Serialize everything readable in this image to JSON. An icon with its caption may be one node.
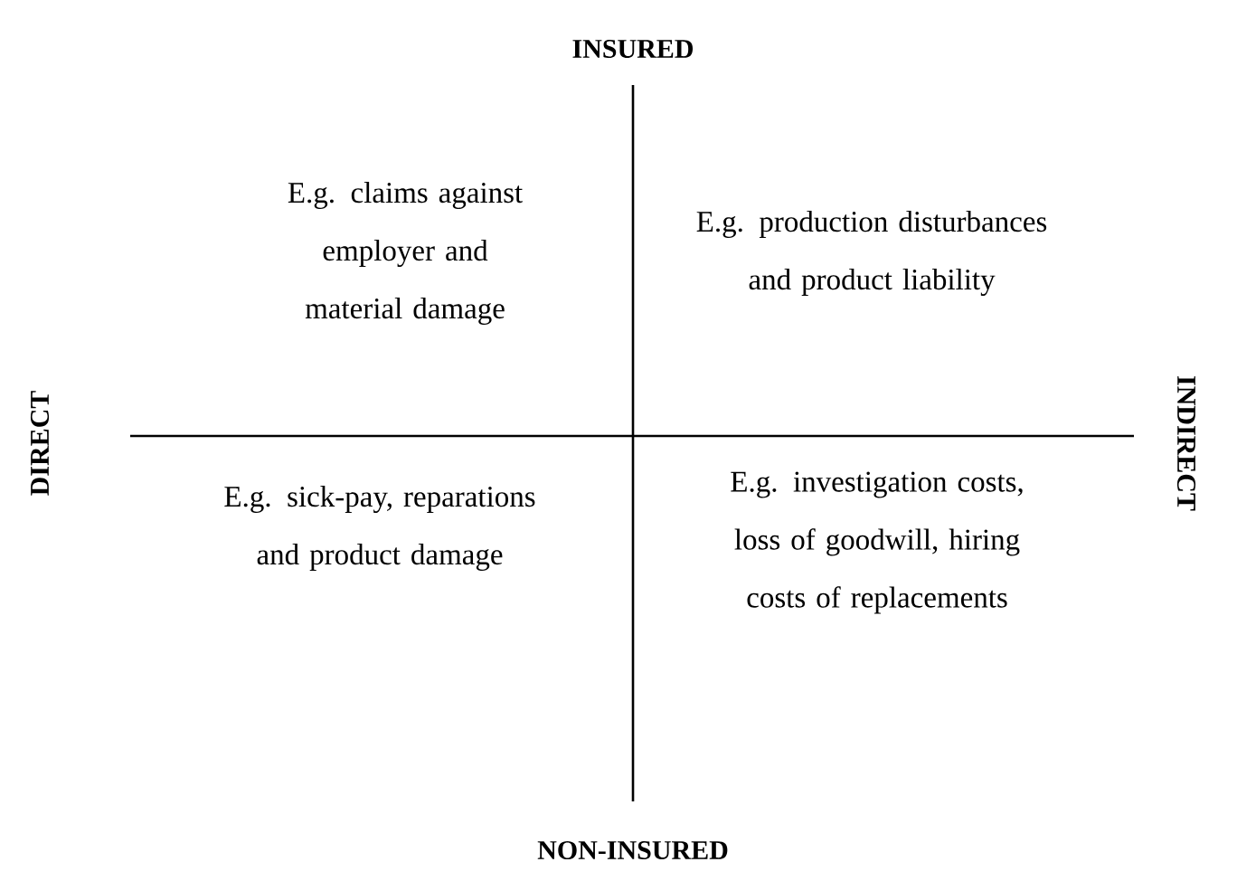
{
  "diagram": {
    "labels": [
      "INSURED",
      "E.g. claims against employer and material damage",
      "E.g. production disturbances and product liability",
      "DIRECT",
      "INDIRECT",
      "E.g. sick-pay, reparations and product damage",
      "E.g. investigation costs, loss of goodwill, hiring costs of replacements",
      "NON-INSURED"
    ]
  }
}
